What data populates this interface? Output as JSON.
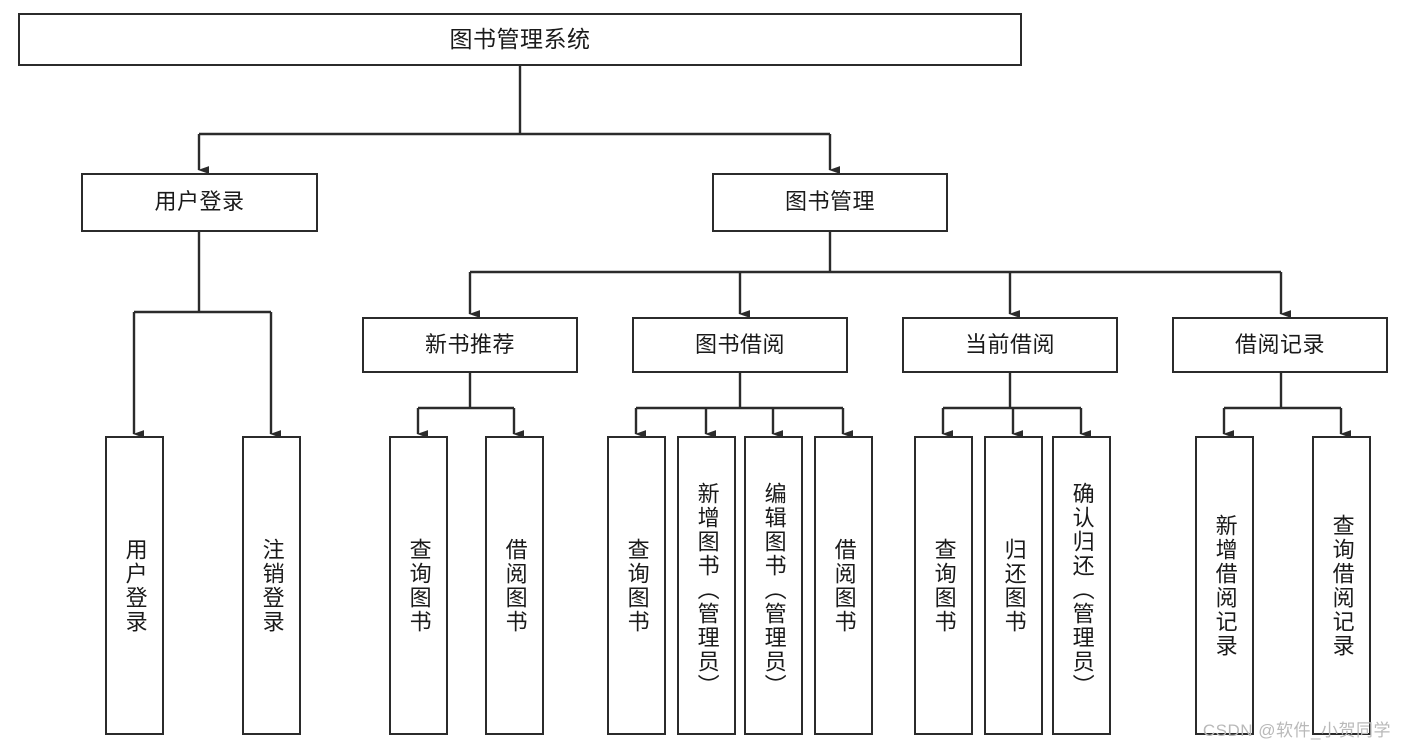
{
  "diagram": {
    "title": "图书管理系统",
    "watermark": "CSDN @软件_小贺同学",
    "colors": {
      "stroke": "#2b2b2b",
      "fill": "#ffffff",
      "text": "#1a1a1a",
      "watermark": "#b9b9b9"
    },
    "levels": {
      "root": "图书管理系统",
      "level2": [
        "用户登录",
        "图书管理"
      ],
      "level3": [
        "新书推荐",
        "图书借阅",
        "当前借阅",
        "借阅记录"
      ]
    },
    "nodes": {
      "root": {
        "label": "图书管理系统"
      },
      "user_login": {
        "label": "用户登录"
      },
      "book_manage": {
        "label": "图书管理"
      },
      "new_book_rec": {
        "label": "新书推荐"
      },
      "book_borrow": {
        "label": "图书借阅"
      },
      "current_borrow": {
        "label": "当前借阅"
      },
      "borrow_record": {
        "label": "借阅记录"
      },
      "leaf_user_login": {
        "label": "用户登录"
      },
      "leaf_logout_login": {
        "label": "注销登录"
      },
      "leaf_query_book_1": {
        "label": "查询图书"
      },
      "leaf_borrow_book_1": {
        "label": "借阅图书"
      },
      "leaf_query_book_2": {
        "label": "查询图书"
      },
      "leaf_add_book_admin": {
        "label": "新增图书（管理员）"
      },
      "leaf_edit_book_admin": {
        "label": "编辑图书（管理员）"
      },
      "leaf_borrow_book_2": {
        "label": "借阅图书"
      },
      "leaf_query_book_3": {
        "label": "查询图书"
      },
      "leaf_return_book": {
        "label": "归还图书"
      },
      "leaf_confirm_return_admin": {
        "label": "确认归还（管理员）"
      },
      "leaf_add_borrow_record": {
        "label": "新增借阅记录"
      },
      "leaf_query_borrow_record": {
        "label": "查询借阅记录"
      }
    }
  }
}
